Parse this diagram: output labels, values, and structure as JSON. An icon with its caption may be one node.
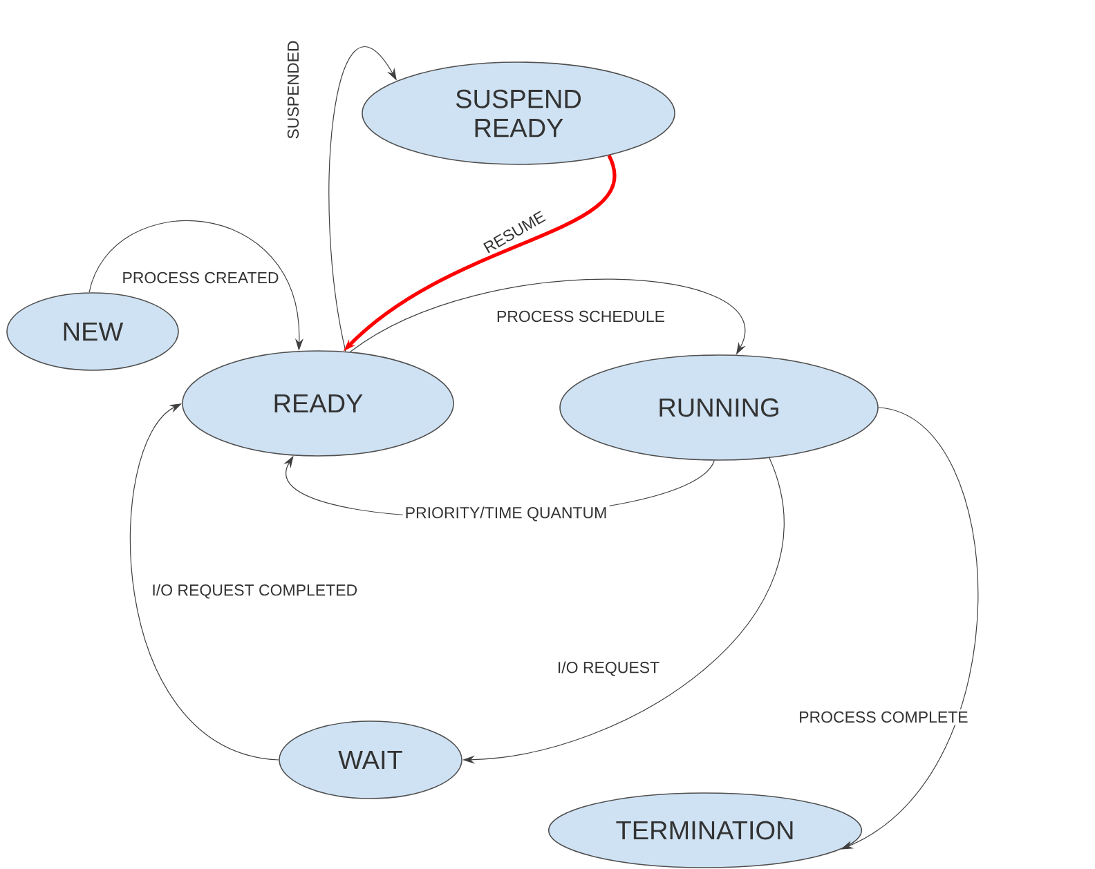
{
  "diagram": {
    "nodes": [
      {
        "text": [
          "SUSPEND READY"
        ]
      },
      {
        "text": [
          "NEW"
        ]
      },
      {
        "text": [
          "READY"
        ]
      },
      {
        "text": [
          "RUNNING"
        ]
      },
      {
        "text": [
          "WAIT"
        ]
      },
      {
        "text": [
          "TERMINATION"
        ]
      }
    ],
    "edges": [
      {
        "from": 1,
        "to": 2,
        "arrow": "to",
        "label": "PROCESS CREATED"
      },
      {
        "from": 2,
        "to": 0,
        "arrow": "to",
        "label": "SUSPENDED"
      },
      {
        "from": 0,
        "to": 2,
        "arrow": "to",
        "label": "RESUME",
        "style": "thick",
        "color": "#ff0000"
      },
      {
        "from": 2,
        "to": 3,
        "arrow": "to",
        "label": "PROCESS SCHEDULE"
      },
      {
        "from": 3,
        "to": 2,
        "arrow": "to",
        "label": "PRIORITY/TIME QUANTUM"
      },
      {
        "from": 3,
        "to": 4,
        "arrow": "to",
        "label": "I/O REQUEST"
      },
      {
        "from": 4,
        "to": 2,
        "arrow": "to",
        "label": "I/O REQUEST COMPLETED"
      },
      {
        "from": 3,
        "to": 5,
        "arrow": "to",
        "label": "PROCESS COMPLETE"
      }
    ]
  }
}
